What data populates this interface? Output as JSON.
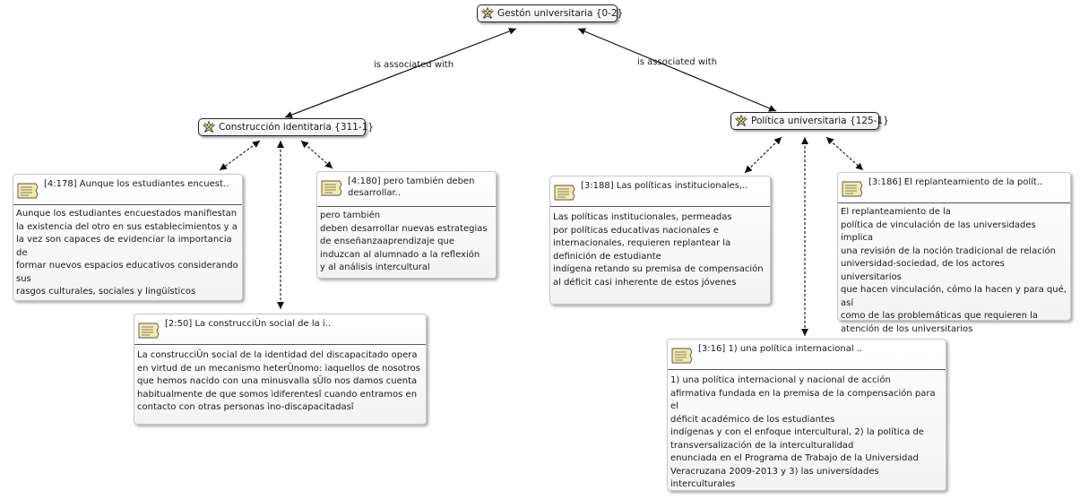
{
  "codes": {
    "gestion": "Gestón universitaria {0-2}",
    "construccion": "Construcción identitaria {311-1}",
    "politica": "Política universitaria {125-1}"
  },
  "relations": {
    "left": "is associated with",
    "right": "is associated with"
  },
  "quotations": {
    "q4178": {
      "title": "[4:178] Aunque los estudiantes encuest..",
      "text": "Aunque los estudiantes encuestados manifiestan\nla existencia del otro en sus establecimientos y a\nla vez son capaces de evidenciar la importancia de\nformar nuevos espacios educativos considerando\nsus\nrasgos culturales, sociales y lingüísticos"
    },
    "q4180": {
      "title": "[4:180] pero también deben desarrollar..",
      "text": "pero también\ndeben desarrollar nuevas estrategias\nde enseñanzaaprendizaje que\ninduzcan al alumnado a la reflexión\ny al análisis intercultural"
    },
    "q250": {
      "title": "[2:50] La construcciÛn social de la i..",
      "text": "La construcciÛn social de la identidad del discapacitado opera\nen virtud de un mecanismo heterÛnomo: ìaquellos de nosotros\nque hemos nacido con una minusvalla sÛlo nos damos cuenta\nhabitualmente de que somos ìdiferentesî cuando entramos en\ncontacto con otras personas ìno-discapacitadasî"
    },
    "q3188": {
      "title": "[3:188] Las políticas institucionales,..",
      "text": "Las políticas institucionales, permeadas\npor políticas educativas nacionales e\ninternacionales, requieren replantear la\ndefinición de estudiante\nindígena retando su premisa de compensación\nal déficit casi inherente de estos jóvenes"
    },
    "q3186": {
      "title": "[3:186] El replanteamiento de la polít..",
      "text": "El replanteamiento de la\npolítica de vinculación de las universidades implica\nuna revisión de  la noción tradicional de relación\nuniversidad-sociedad, de los actores universitarios\nque hacen vinculación, cómo la hacen y para qué,\nasí\ncomo de las problemáticas que requieren la\natención de los universitarios"
    },
    "q316": {
      "title": "[3:16] 1) una política internacional ..",
      "text": "1) una política internacional y nacional de acción\nafirmativa fundada en la premisa de la compensación para el\ndéficit académico de los estudiantes\nindígenas y con el enfoque intercultural, 2) la política de\ntransversalización de la interculturalidad\nenunciada en el Programa de Trabajo de la Universidad\nVeracruzana 2009-2013 y 3) las universidades\ninterculturales"
    }
  },
  "icons": {
    "code": "code-star-icon",
    "quotation": "quotation-document-icon"
  },
  "colors": {
    "code_icon_fill": "#f3e36a",
    "doc_icon_fill": "#f6e9a6"
  }
}
